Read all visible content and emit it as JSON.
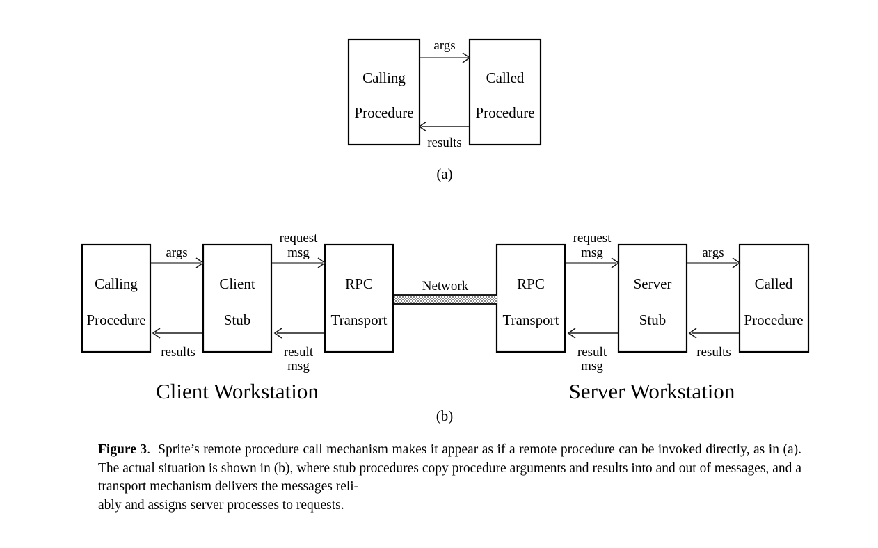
{
  "figure": {
    "caption_label": "Figure 3",
    "caption_period": ".",
    "caption_text": "Sprite’s remote procedure call mechanism makes it appear as if a remote procedure can be invoked directly, as in (a).  The actual situation is shown in (b), where stub procedures copy procedure arguments and results into and out of messages, and a transport mechanism delivers the messages reli-",
    "caption_last_line": "ably and assigns server processes to requests."
  },
  "panel_a": {
    "label": "(a)",
    "boxes": [
      {
        "line1": "Calling",
        "line2": "Procedure"
      },
      {
        "line1": "Called",
        "line2": "Procedure"
      }
    ],
    "arrows": [
      {
        "label_line1": "args",
        "label_line2": "",
        "direction": "right"
      },
      {
        "label_line1": "results",
        "label_line2": "",
        "direction": "left"
      }
    ]
  },
  "panel_b": {
    "label": "(b)",
    "client_workstation_label": "Client Workstation",
    "server_workstation_label": "Server Workstation",
    "network_label": "Network",
    "boxes": [
      {
        "line1": "Calling",
        "line2": "Procedure"
      },
      {
        "line1": "Client",
        "line2": "Stub"
      },
      {
        "line1": "RPC",
        "line2": "Transport"
      },
      {
        "line1": "RPC",
        "line2": "Transport"
      },
      {
        "line1": "Server",
        "line2": "Stub"
      },
      {
        "line1": "Called",
        "line2": "Procedure"
      }
    ],
    "arrows_top": [
      {
        "line1": "args",
        "line2": ""
      },
      {
        "line1": "request",
        "line2": "msg"
      },
      {
        "line1": "request",
        "line2": "msg"
      },
      {
        "line1": "args",
        "line2": ""
      }
    ],
    "arrows_bottom": [
      {
        "line1": "results",
        "line2": ""
      },
      {
        "line1": "result",
        "line2": "msg"
      },
      {
        "line1": "result",
        "line2": "msg"
      },
      {
        "line1": "results",
        "line2": ""
      }
    ]
  },
  "colors": {
    "ink": "#000000",
    "paper": "#ffffff",
    "arrow_line": "#555555",
    "network_fill": "#b0b0b0"
  }
}
